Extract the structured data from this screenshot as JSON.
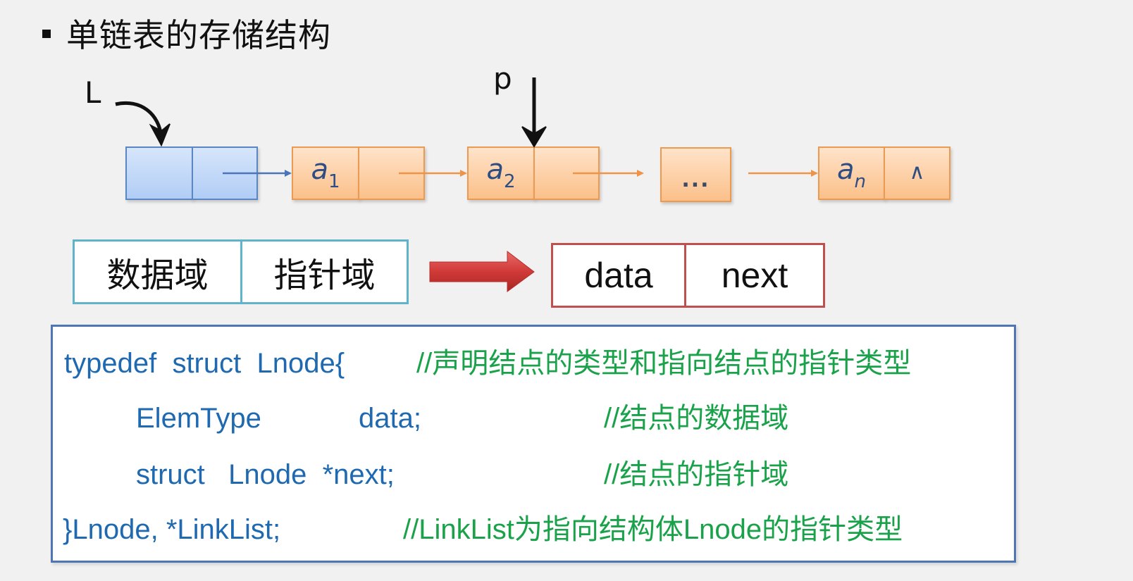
{
  "title": "单链表的存储结构",
  "pointers": {
    "head_pointer_label": "L",
    "current_pointer_label": "p"
  },
  "linked_list": {
    "head_node": {
      "data": "",
      "next": ""
    },
    "nodes": [
      {
        "base": "a",
        "sub": "1",
        "next": ""
      },
      {
        "base": "a",
        "sub": "2",
        "next": ""
      },
      {
        "ellipsis": "..."
      },
      {
        "base": "a",
        "sub": "n",
        "next": "∧"
      }
    ]
  },
  "field_diagram": {
    "chinese_fields": [
      "数据域",
      "指针域"
    ],
    "english_fields": [
      "data",
      "next"
    ]
  },
  "code": {
    "lines": [
      {
        "code": "typedef  struct  Lnode{",
        "comment": "//声明结点的类型和指向结点的指针类型"
      },
      {
        "code": "ElemType",
        "code2": "data;",
        "comment": "//结点的数据域"
      },
      {
        "code": "struct   Lnode  *next;",
        "comment": "//结点的指针域"
      },
      {
        "code": "}Lnode, *LinkList;",
        "comment": "//LinkList为指向结构体Lnode的指针类型"
      }
    ]
  },
  "colors": {
    "head_node_fill": "#b1cdf5",
    "head_node_border": "#5a86c4",
    "node_fill": "#fbc08a",
    "node_border": "#eb9a52",
    "code_text": "#1f69b0",
    "comment_text": "#1aa24a",
    "chinese_field_border": "#5fb4c9",
    "english_field_border": "#c0504d",
    "transform_arrow": "#d03a38",
    "code_box_border": "#4f76b4"
  }
}
